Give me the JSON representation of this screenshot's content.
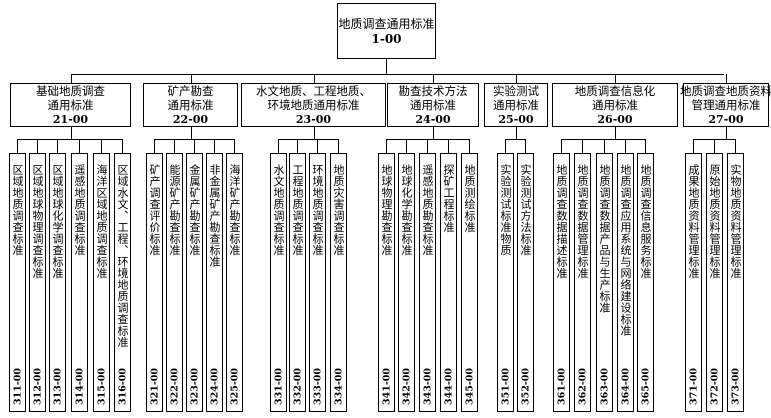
{
  "root": {
    "title": "地质调查通用标准",
    "code": "1-00"
  },
  "groups": [
    {
      "title": "基础地质调查\n通用标准",
      "code": "21-00",
      "leaves": [
        {
          "label": "区域地质调查标准",
          "code": "311-00"
        },
        {
          "label": "区域地球物理调查标准",
          "code": "312-00"
        },
        {
          "label": "区域地球化学调查标准",
          "code": "313-00"
        },
        {
          "label": "遥感地质调查标准",
          "code": "314-00"
        },
        {
          "label": "海洋区域地质调查标准",
          "code": "315-00"
        },
        {
          "label": "区域水文、工程、环境地质调查标准",
          "code": "316-00"
        }
      ]
    },
    {
      "title": "矿产勘查\n通用标准",
      "code": "22-00",
      "leaves": [
        {
          "label": "矿产调查评价标准",
          "code": "321-00"
        },
        {
          "label": "能源矿产勘查标准",
          "code": "322-00"
        },
        {
          "label": "金属矿产勘查标准",
          "code": "323-00"
        },
        {
          "label": "非金属矿产勘查标准",
          "code": "324-00"
        },
        {
          "label": "海洋矿产勘查标准",
          "code": "325-00"
        }
      ]
    },
    {
      "title": "水文地质、工程地质、\n环境地质通用标准",
      "code": "23-00",
      "leaves": [
        {
          "label": "水文地质调查标准",
          "code": "331-00"
        },
        {
          "label": "工程地质调查标准",
          "code": "332-00"
        },
        {
          "label": "环境地质调查标准",
          "code": "333-00"
        },
        {
          "label": "地质灾害调查标准",
          "code": "334-00"
        }
      ]
    },
    {
      "title": "勘查技术方法\n通用标准",
      "code": "24-00",
      "leaves": [
        {
          "label": "地球物理勘查标准",
          "code": "341-00"
        },
        {
          "label": "地球化学勘查标准",
          "code": "342-00"
        },
        {
          "label": "遥感地质勘查标准",
          "code": "343-00"
        },
        {
          "label": "探矿工程标准",
          "code": "344-00"
        },
        {
          "label": "地质测绘标准",
          "code": "345-00"
        }
      ]
    },
    {
      "title": "实验测试\n通用标准",
      "code": "25-00",
      "leaves": [
        {
          "label": "实验测试标准物质",
          "code": "351-00"
        },
        {
          "label": "实验测试方法标准",
          "code": "352-00"
        }
      ]
    },
    {
      "title": "地质调查信息化\n通用标准",
      "code": "26-00",
      "leaves": [
        {
          "label": "地质调查数据描述标准",
          "code": "361-00"
        },
        {
          "label": "地质调查数据管理标准",
          "code": "362-00"
        },
        {
          "label": "地质调查数据产品与生产标准",
          "code": "363-00"
        },
        {
          "label": "地质调查应用系统与网络建设标准",
          "code": "364-00"
        },
        {
          "label": "地质调查信息服务标准",
          "code": "365-00"
        }
      ]
    },
    {
      "title": "地质调查地质资料\n管理通用标准",
      "code": "27-00",
      "leaves": [
        {
          "label": "成果地质资料管理标准",
          "code": "371-00"
        },
        {
          "label": "原始地质资料管理标准",
          "code": "372-00"
        },
        {
          "label": "实物地质资料管理标准",
          "code": "373-00"
        }
      ]
    }
  ]
}
